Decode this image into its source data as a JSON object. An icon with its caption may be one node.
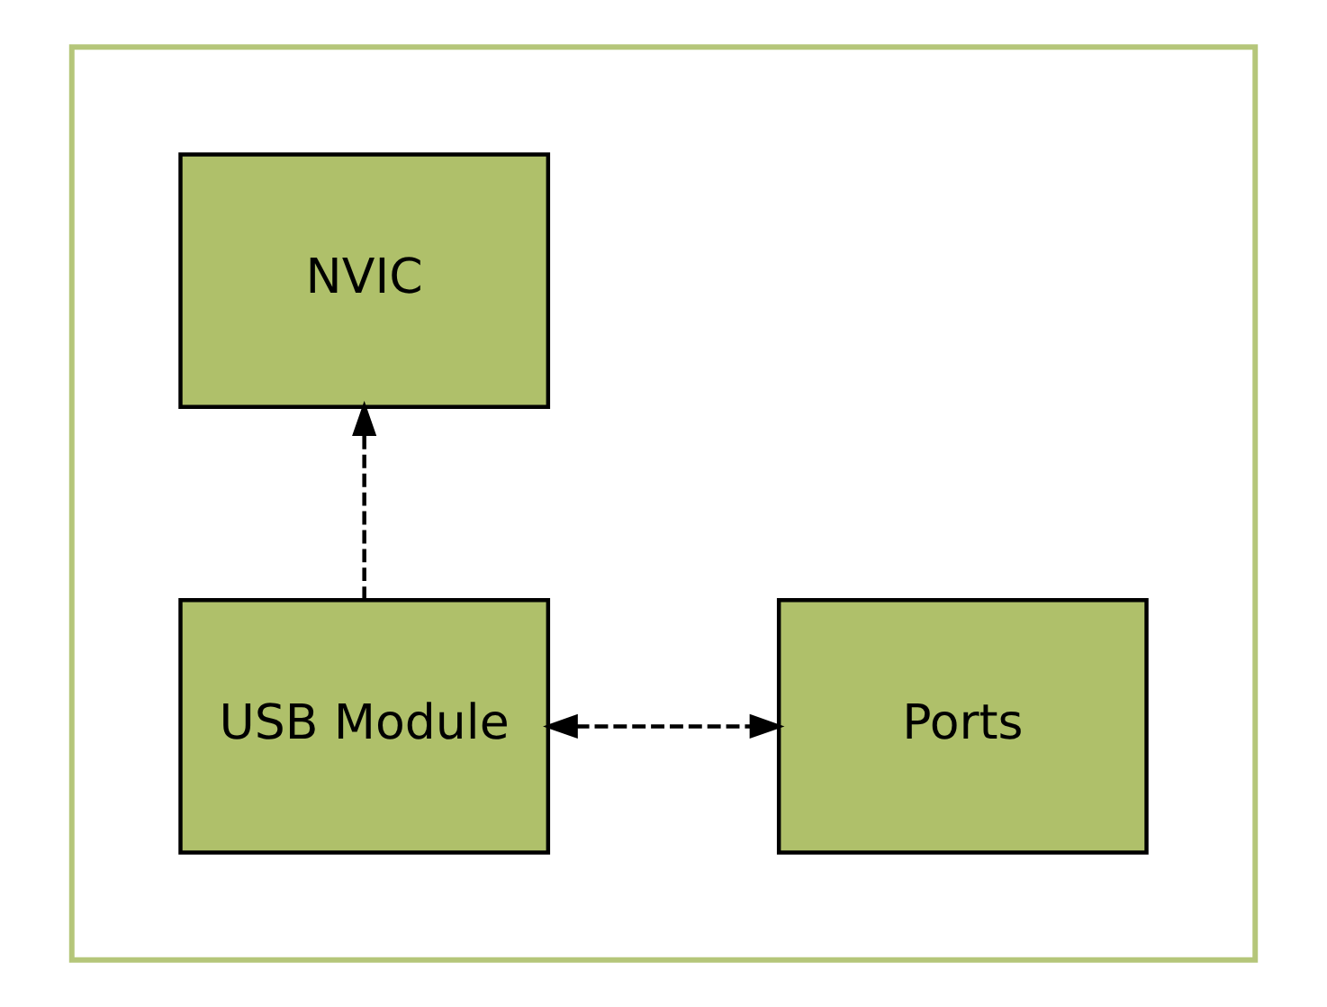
{
  "diagram": {
    "nodes": [
      {
        "text": [],
        "shape": "box"
      },
      {
        "text": [
          "NVIC"
        ],
        "in": 0
      },
      {
        "text": [
          "USB Module"
        ],
        "in": 0
      },
      {
        "text": [
          "Ports"
        ],
        "in": 0
      }
    ],
    "edges": [
      {
        "from": 2,
        "to": 1,
        "arrow": "to",
        "style": "dashed"
      },
      {
        "from": 2,
        "to": 3,
        "arrow": "both",
        "style": "dashed"
      }
    ]
  }
}
